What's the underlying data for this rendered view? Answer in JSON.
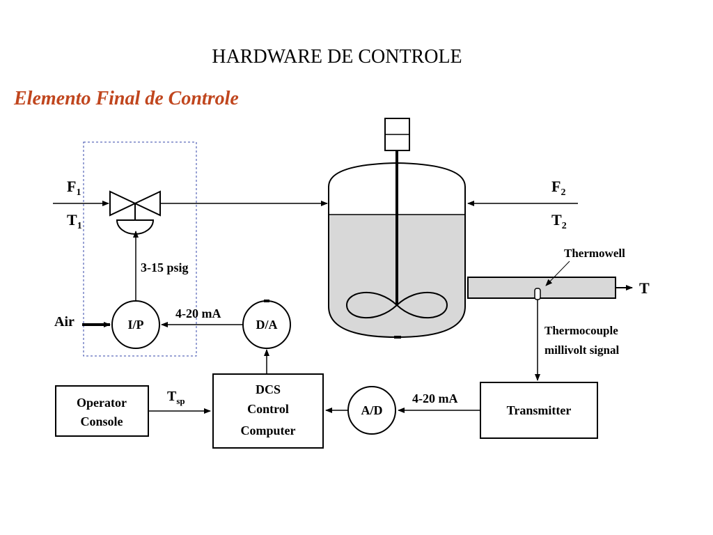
{
  "title": "HARDWARE DE CONTROLE",
  "subtitle": "Elemento Final de Controle",
  "diagram": {
    "inlet": {
      "flow": "F",
      "flow_sub": "1",
      "temp": "T",
      "temp_sub": "1"
    },
    "outlet": {
      "flow": "F",
      "flow_sub": "2",
      "temp": "T",
      "temp_sub": "2"
    },
    "pressure_signal": "3-15 psig",
    "air": "Air",
    "ip": "I/P",
    "da": "D/A",
    "da_signal": "4-20 mA",
    "ad": "A/D",
    "ad_signal": "4-20 mA",
    "thermowell": "Thermowell",
    "output_temp": "T",
    "thermocouple_line1": "Thermocouple",
    "thermocouple_line2": "millivolt signal",
    "transmitter": "Transmitter",
    "dcs_line1": "DCS",
    "dcs_line2": "Control",
    "dcs_line3": "Computer",
    "operator_line1": "Operator",
    "operator_line2": "Console",
    "setpoint": "T",
    "setpoint_sub": "sp"
  }
}
